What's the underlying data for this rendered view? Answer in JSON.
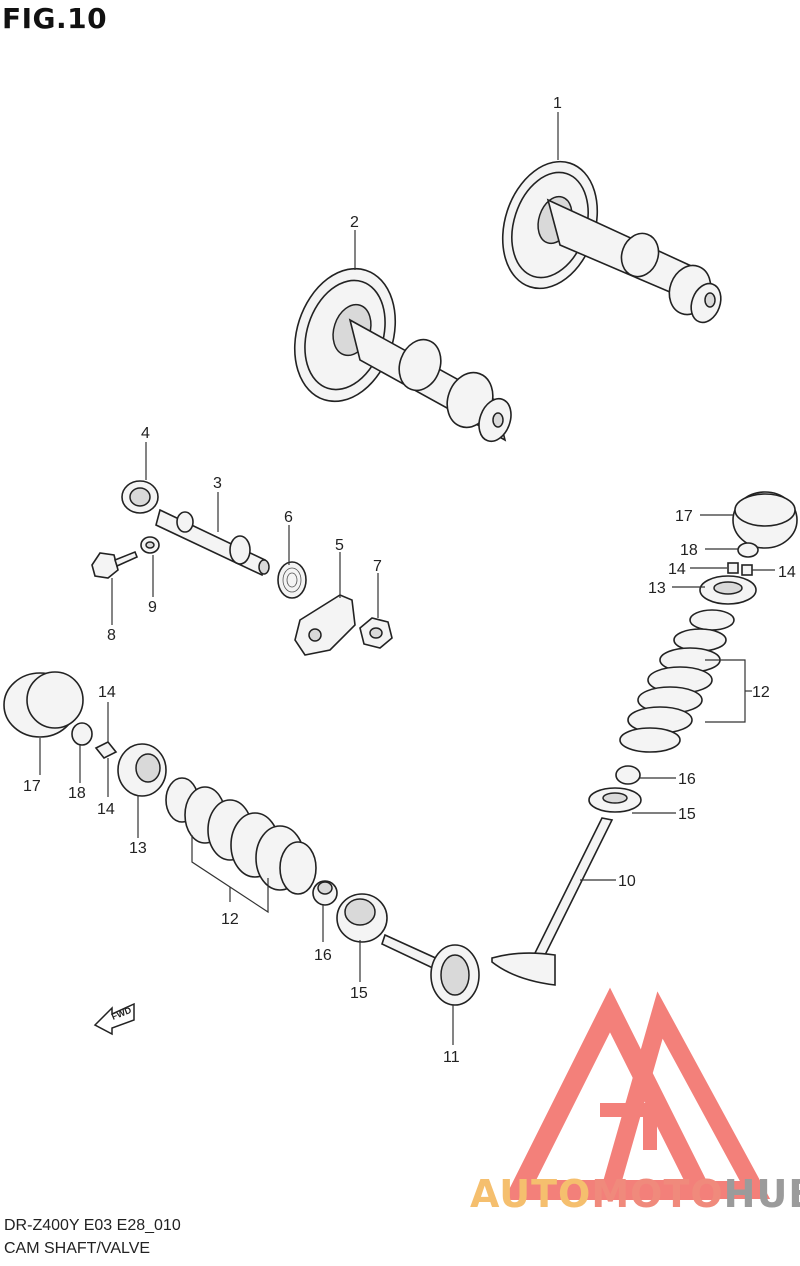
{
  "figure_title": "FIG.10",
  "model_code": "DR-Z400Y E03 E28_010",
  "subtitle": "CAM SHAFT/VALVE",
  "fwd_label": "FWD",
  "brand": {
    "part1": "AUTO",
    "part2": "MOTO",
    "part3": "HUB"
  },
  "colors": {
    "logo_red": "#f26a63",
    "logo_orange": "#f5bf6e",
    "logo_grey": "#9b9b9b"
  },
  "callouts": [
    "1",
    "2",
    "3",
    "4",
    "5",
    "6",
    "7",
    "8",
    "9",
    "10",
    "11",
    "12",
    "12",
    "13",
    "13",
    "14",
    "14",
    "14",
    "14",
    "15",
    "15",
    "16",
    "16",
    "17",
    "17",
    "18",
    "18"
  ]
}
